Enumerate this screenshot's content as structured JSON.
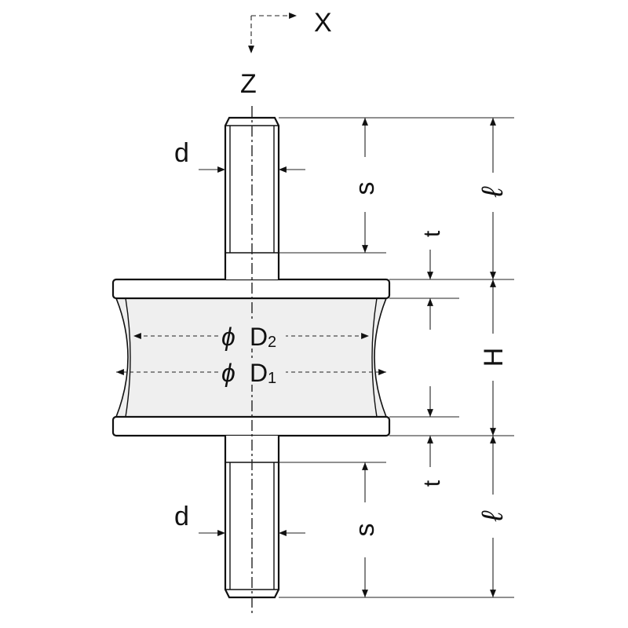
{
  "axes": {
    "x_label": "X",
    "z_label": "Z"
  },
  "dimensions": {
    "d_top": "d",
    "d_bottom": "d",
    "s_top": "s",
    "s_bottom": "s",
    "t_top": "t",
    "t_bottom": "t",
    "l_top": "ℓ",
    "l_bottom": "ℓ",
    "h": "H",
    "d2_symbol": "ϕ",
    "d2_letter": "D",
    "d2_sub": "2",
    "d1_symbol": "ϕ",
    "d1_letter": "D",
    "d1_sub": "1"
  },
  "colors": {
    "ink": "#111111",
    "rubber": "#efefef",
    "background": "#ffffff"
  }
}
